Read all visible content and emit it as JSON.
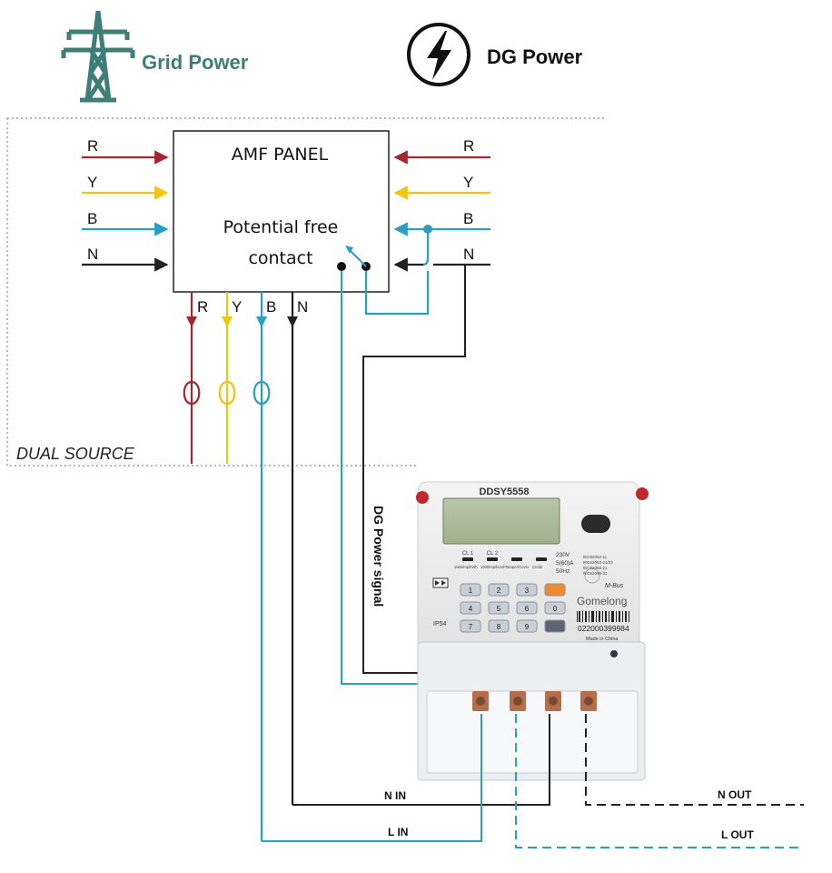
{
  "header": {
    "grid_label": "Grid Power",
    "dg_label": "DG Power"
  },
  "panel": {
    "title": "AMF PANEL",
    "contact_line1": "Potential free",
    "contact_line2": "contact"
  },
  "phases": [
    "R",
    "Y",
    "B",
    "N"
  ],
  "box_label": "DUAL SOURCE",
  "signal_label": "DG Power signal",
  "meter": {
    "model": "DDSY5558",
    "brand": "Gomelong",
    "serial": "022000399984",
    "origin": "Made in China",
    "rating_lines": [
      "230V",
      "5(60)A",
      "50Hz"
    ],
    "standards": [
      "IEC62052-11",
      "IEC62053-21/23",
      "IEC62056-21",
      "IEC62055-31"
    ],
    "indicators": [
      "CL 1",
      "CL 2"
    ],
    "indicator_captions": [
      "1000imp/kWh",
      "1000imp/kvarh",
      "Tamper/Cover",
      "Credit"
    ],
    "bus_label": "M-Bus",
    "ip_label": "IP54",
    "keys": [
      "1",
      "2",
      "3",
      "",
      "4",
      "5",
      "6",
      "0",
      "7",
      "8",
      "9",
      ""
    ]
  },
  "wires": {
    "n_in": "N IN",
    "l_in": "L IN",
    "n_out": "N OUT",
    "l_out": "L OUT"
  },
  "colors": {
    "R": "#a3272e",
    "Y": "#f1c40f",
    "B": "#2a9fc4",
    "N": "#222222",
    "grid_icon": "#3e7d78",
    "dotted_border": "#8a8a8a"
  }
}
